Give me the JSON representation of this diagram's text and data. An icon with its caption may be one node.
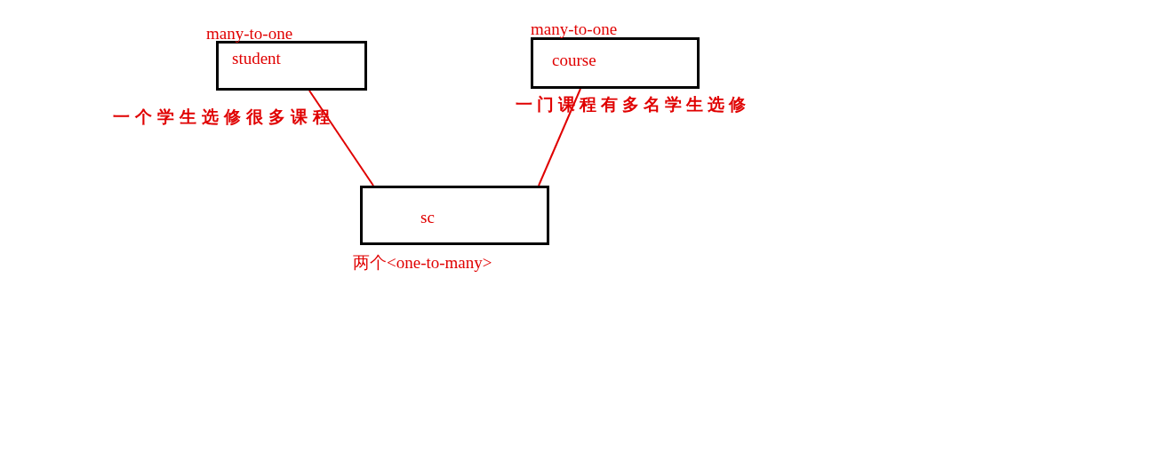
{
  "diagram": {
    "nodes": [
      {
        "text": [
          "student"
        ],
        "beside": [
          "many-to-one",
          "一个学生选修很多课程"
        ]
      },
      {
        "text": [
          "course"
        ],
        "beside": [
          "many-to-one",
          "一门课程有多名学生选修"
        ]
      },
      {
        "text": [
          "sc"
        ],
        "beside": [
          "两个<one-to-many>"
        ]
      }
    ],
    "edges": [
      {
        "from": 0,
        "to": 2,
        "arrow": "none",
        "color": "#e00000"
      },
      {
        "from": 1,
        "to": 2,
        "arrow": "none",
        "color": "#e00000"
      }
    ]
  }
}
